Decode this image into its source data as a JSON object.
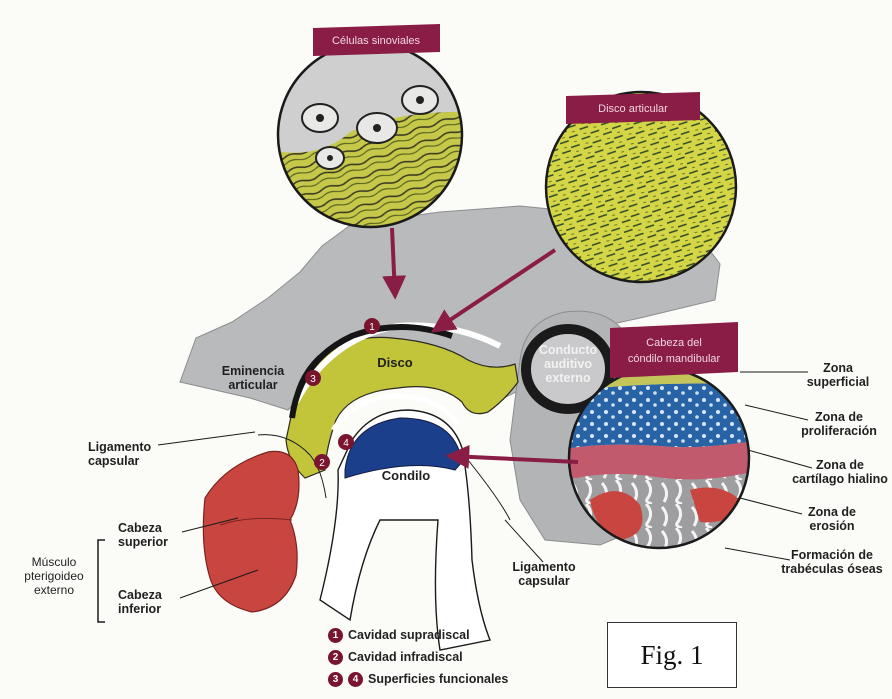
{
  "figure": {
    "banners": {
      "synovial_cells": "Células sinoviales",
      "articular_disc": "Disco articular",
      "condyle_head": "Cabeza del cóndilo mandibular"
    },
    "labels": {
      "articular_eminence": "Eminencia articular",
      "disc": "Disco",
      "auditory_canal": "Conducto auditivo externo",
      "capsular_ligament_left": "Ligamento capsular",
      "condyle": "Condilo",
      "capsular_ligament_bottom": "Ligamento capsular",
      "upper_head": "Cabeza superior",
      "lower_head": "Cabeza inferior",
      "pterygoid_muscle": "Músculo pterigoideo externo",
      "zone_superficial": "Zona superficial",
      "zone_proliferation": "Zona de proliferación",
      "zone_hyaline": "Zona de cartílago hialino",
      "zone_erosion": "Zona de erosión",
      "zone_trabecular": "Formación de trabéculas óseas"
    },
    "markers": {
      "m1": "1",
      "m2": "2",
      "m3": "3",
      "m4": "4"
    },
    "legend": [
      {
        "nums": [
          "1"
        ],
        "text": "Cavidad supradiscal"
      },
      {
        "nums": [
          "2"
        ],
        "text": "Cavidad infradiscal"
      },
      {
        "nums": [
          "3",
          "4"
        ],
        "text": "Superficies funcionales"
      }
    ],
    "fig_label": "Fig. 1",
    "colors": {
      "bone": "#b8b9bb",
      "disc": "#c5c73a",
      "muscle": "#c8463f",
      "condyle_cap": "#1c3f8c",
      "accent": "#8a1d45"
    }
  }
}
